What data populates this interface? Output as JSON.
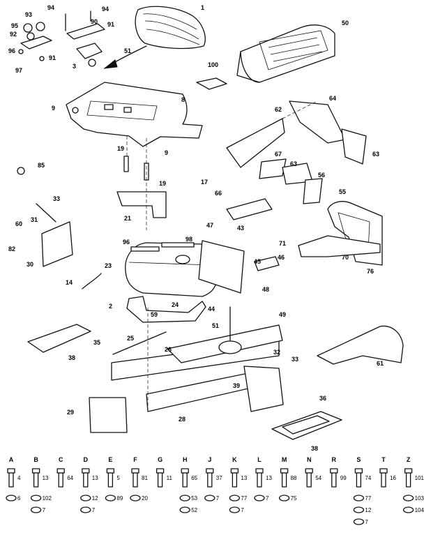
{
  "callouts": [
    {
      "id": "c1",
      "text": "1"
    },
    {
      "id": "c50",
      "text": "50"
    },
    {
      "id": "c93",
      "text": "93"
    },
    {
      "id": "c94a",
      "text": "94"
    },
    {
      "id": "c94b",
      "text": "94"
    },
    {
      "id": "c90",
      "text": "90"
    },
    {
      "id": "c91a",
      "text": "91"
    },
    {
      "id": "c95",
      "text": "95"
    },
    {
      "id": "c92",
      "text": "92"
    },
    {
      "id": "c96a",
      "text": "96"
    },
    {
      "id": "c97",
      "text": "97"
    },
    {
      "id": "c91b",
      "text": "91"
    },
    {
      "id": "c51a",
      "text": "51"
    },
    {
      "id": "c3",
      "text": "3"
    },
    {
      "id": "c100",
      "text": "100"
    },
    {
      "id": "c8",
      "text": "8"
    },
    {
      "id": "c9a",
      "text": "9"
    },
    {
      "id": "c9b",
      "text": "9"
    },
    {
      "id": "c64",
      "text": "64"
    },
    {
      "id": "c62",
      "text": "62"
    },
    {
      "id": "c63a",
      "text": "63"
    },
    {
      "id": "c19a",
      "text": "19"
    },
    {
      "id": "c19b",
      "text": "19"
    },
    {
      "id": "c85",
      "text": "85"
    },
    {
      "id": "c17",
      "text": "17"
    },
    {
      "id": "c67",
      "text": "67"
    },
    {
      "id": "c63b",
      "text": "63"
    },
    {
      "id": "c56",
      "text": "56"
    },
    {
      "id": "c66",
      "text": "66"
    },
    {
      "id": "c55",
      "text": "55"
    },
    {
      "id": "c33a",
      "text": "33"
    },
    {
      "id": "c21",
      "text": "21"
    },
    {
      "id": "c60",
      "text": "60"
    },
    {
      "id": "c31",
      "text": "31"
    },
    {
      "id": "c82",
      "text": "82"
    },
    {
      "id": "c30",
      "text": "30"
    },
    {
      "id": "c47",
      "text": "47"
    },
    {
      "id": "c43",
      "text": "43"
    },
    {
      "id": "c96b",
      "text": "96"
    },
    {
      "id": "c98",
      "text": "98"
    },
    {
      "id": "c23",
      "text": "23"
    },
    {
      "id": "c71",
      "text": "71"
    },
    {
      "id": "c70",
      "text": "70"
    },
    {
      "id": "c45",
      "text": "45"
    },
    {
      "id": "c46",
      "text": "46"
    },
    {
      "id": "c76",
      "text": "76"
    },
    {
      "id": "c14",
      "text": "14"
    },
    {
      "id": "c2",
      "text": "2"
    },
    {
      "id": "c24",
      "text": "24"
    },
    {
      "id": "c44",
      "text": "44"
    },
    {
      "id": "c48",
      "text": "48"
    },
    {
      "id": "c49",
      "text": "49"
    },
    {
      "id": "c59",
      "text": "59"
    },
    {
      "id": "c51b",
      "text": "51"
    },
    {
      "id": "c35",
      "text": "35"
    },
    {
      "id": "c25",
      "text": "25"
    },
    {
      "id": "c26",
      "text": "26"
    },
    {
      "id": "c38a",
      "text": "38"
    },
    {
      "id": "c32",
      "text": "32"
    },
    {
      "id": "c33b",
      "text": "33"
    },
    {
      "id": "c61",
      "text": "61"
    },
    {
      "id": "c39",
      "text": "39"
    },
    {
      "id": "c29",
      "text": "29"
    },
    {
      "id": "c28",
      "text": "28"
    },
    {
      "id": "c36",
      "text": "36"
    },
    {
      "id": "c38b",
      "text": "38"
    }
  ],
  "hardware_legend": [
    {
      "letter": "A",
      "parts": [
        "4",
        "6"
      ]
    },
    {
      "letter": "B",
      "parts": [
        "13",
        "102",
        "7"
      ]
    },
    {
      "letter": "C",
      "parts": [
        "64"
      ]
    },
    {
      "letter": "D",
      "parts": [
        "13",
        "12",
        "7"
      ]
    },
    {
      "letter": "E",
      "parts": [
        "5",
        "89"
      ]
    },
    {
      "letter": "F",
      "parts": [
        "81",
        "20"
      ]
    },
    {
      "letter": "G",
      "parts": [
        "11"
      ]
    },
    {
      "letter": "H",
      "parts": [
        "65",
        "53",
        "52"
      ]
    },
    {
      "letter": "J",
      "parts": [
        "37",
        "7"
      ]
    },
    {
      "letter": "K",
      "parts": [
        "13",
        "77",
        "7"
      ]
    },
    {
      "letter": "L",
      "parts": [
        "13",
        "7"
      ]
    },
    {
      "letter": "M",
      "parts": [
        "88",
        "75"
      ]
    },
    {
      "letter": "N",
      "parts": [
        "54"
      ]
    },
    {
      "letter": "R",
      "parts": [
        "99"
      ]
    },
    {
      "letter": "S",
      "parts": [
        "74",
        "77",
        "12",
        "7"
      ]
    },
    {
      "letter": "T",
      "parts": [
        "16"
      ]
    },
    {
      "letter": "Z",
      "parts": [
        "101",
        "103",
        "104"
      ]
    }
  ],
  "icons": [
    "seat-icon",
    "hood-icon",
    "fuel-tank-icon",
    "dash-panel-icon",
    "frame-icon",
    "bumper-icon"
  ]
}
